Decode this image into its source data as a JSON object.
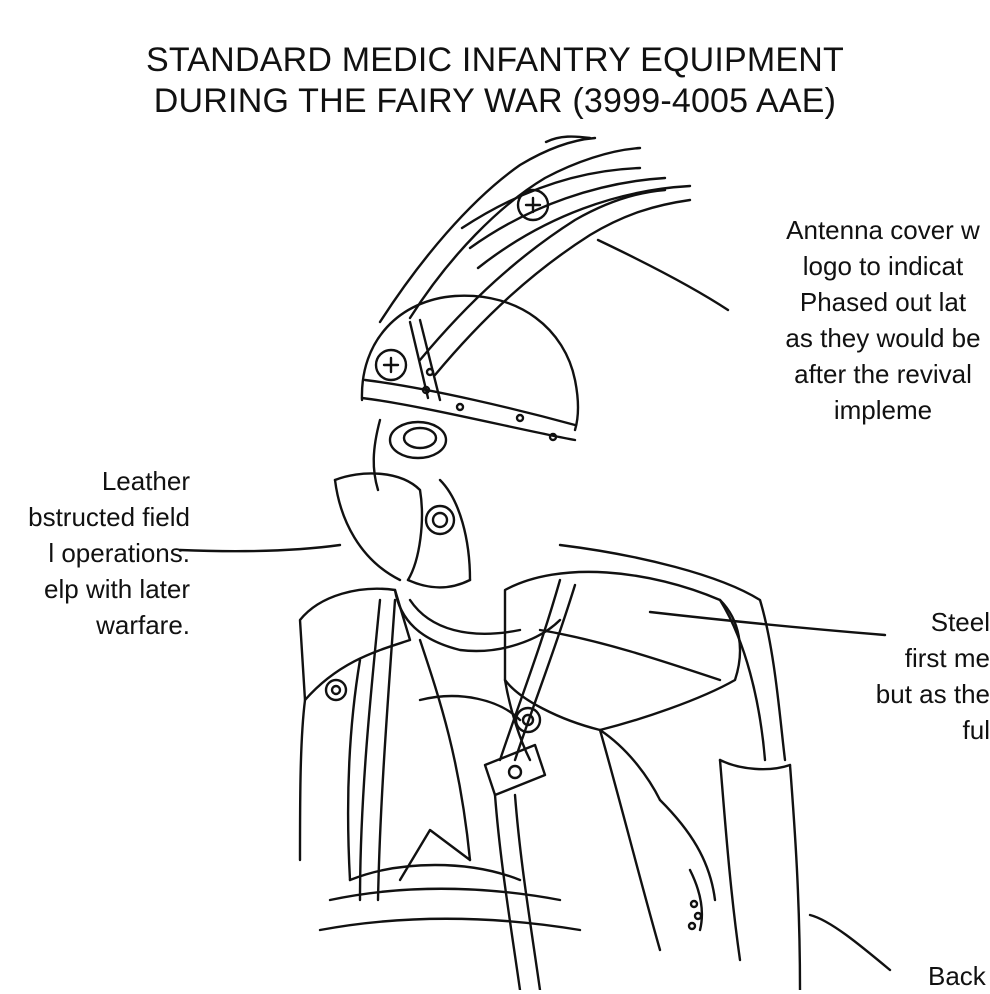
{
  "title": {
    "line1": "STANDARD MEDIC INFANTRY EQUIPMENT",
    "line2": "DURING THE FAIRY WAR (3999-4005 AAE)"
  },
  "annotations": {
    "antenna": {
      "lines": [
        "Antenna cover w",
        "logo to indicat",
        "Phased out lat",
        "as they would be",
        "after the revival",
        "impleme"
      ]
    },
    "leather": {
      "lines": [
        "Leather",
        "bstructed field",
        "l operations.",
        "elp with later",
        "warfare."
      ]
    },
    "steel": {
      "lines": [
        "Steel",
        "first me",
        "but as the",
        "ful"
      ]
    },
    "back": {
      "lines": [
        "Back"
      ]
    }
  },
  "colors": {
    "ink": "#111111",
    "paper": "#ffffff"
  }
}
